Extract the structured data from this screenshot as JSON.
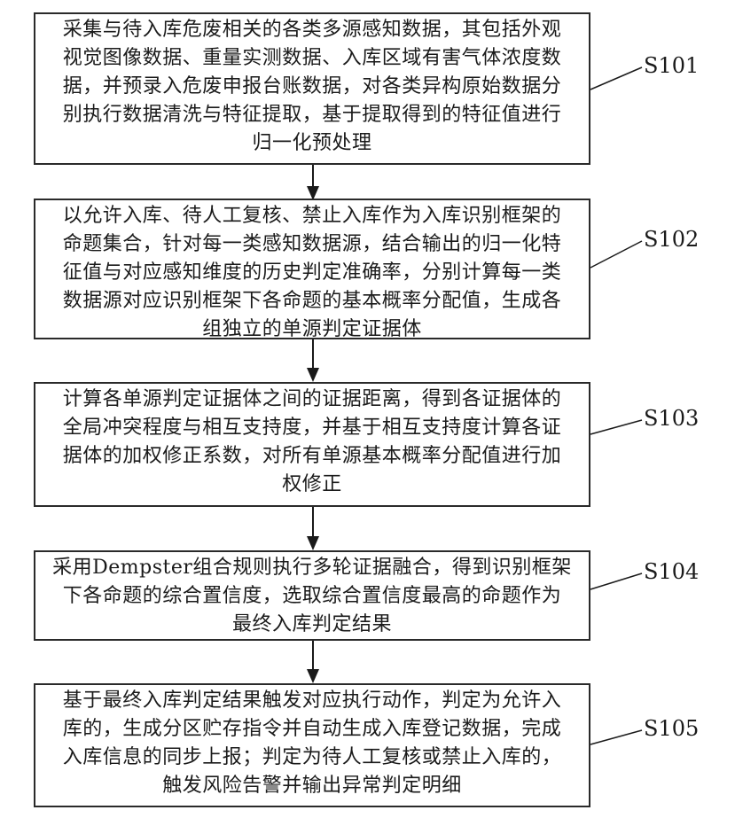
{
  "steps": [
    {
      "id": "S101",
      "text": "采集与待入库危废相关的各类多源感知数据，其包括外观\n视觉图像数据、重量实测数据、入库区域有害气体浓度数\n据，并预录入危废申报台账数据，对各类异构原始数据分\n别执行数据清洗与特征提取，基于提取得到的特征值进行\n归一化预处理"
    },
    {
      "id": "S102",
      "text": "以允许入库、待人工复核、禁止入库作为入库识别框架的\n命题集合，针对每一类感知数据源，结合输出的归一化特\n征值与对应感知维度的历史判定准确率，分别计算每一类\n数据源对应识别框架下各命题的基本概率分配值，生成各\n组独立的单源判定证据体"
    },
    {
      "id": "S103",
      "text": "计算各单源判定证据体之间的证据距离，得到各证据体的\n全局冲突程度与相互支持度，并基于相互支持度计算各证\n据体的加权修正系数，对所有单源基本概率分配值进行加\n权修正"
    },
    {
      "id": "S104",
      "text": "采用Dempster组合规则执行多轮证据融合，得到识别框架\n下各命题的综合置信度，选取综合置信度最高的命题作为\n最终入库判定结果"
    },
    {
      "id": "S105",
      "text": "基于最终入库判定结果触发对应执行动作，判定为允许入\n库的，生成分区贮存指令并自动生成入库登记数据，完成\n入库信息的同步上报；判定为待人工复核或禁止入库的，\n触发风险告警并输出异常判定明细"
    }
  ]
}
